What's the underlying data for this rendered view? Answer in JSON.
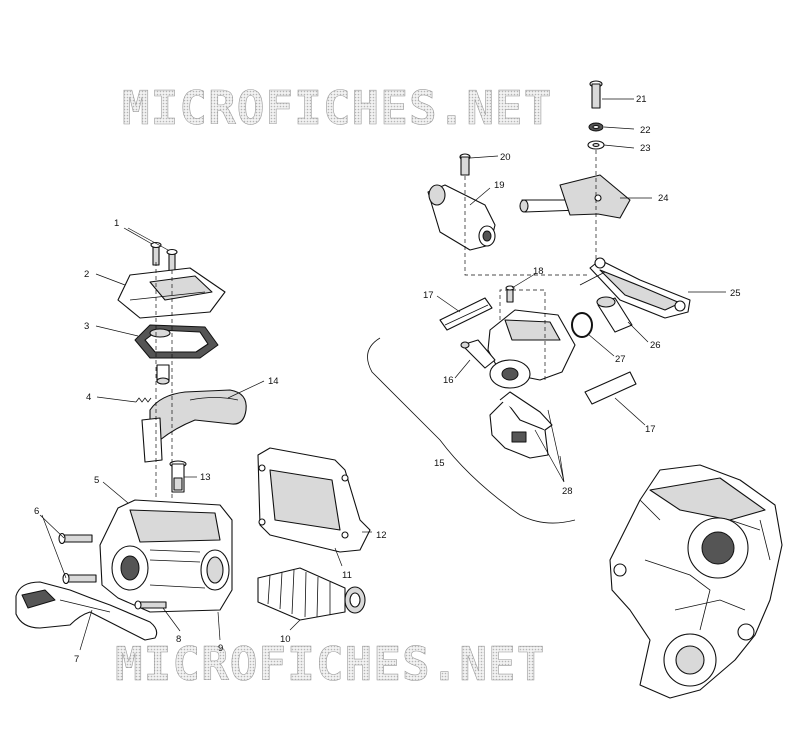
{
  "watermark": {
    "text": "MICROFICHES.NET"
  },
  "callouts": {
    "c1": "1",
    "c2": "2",
    "c3": "3",
    "c4": "4",
    "c5": "5",
    "c6": "6",
    "c7": "7",
    "c8": "8",
    "c9": "9",
    "c10": "10",
    "c11": "11",
    "c12": "12",
    "c13": "13",
    "c14": "14",
    "c15": "15",
    "c16": "16",
    "c17a": "17",
    "c17b": "17",
    "c18": "18",
    "c19": "19",
    "c20": "20",
    "c21": "21",
    "c22": "22",
    "c23": "23",
    "c24": "24",
    "c25": "25",
    "c26": "26",
    "c27": "27",
    "c28": "28"
  }
}
